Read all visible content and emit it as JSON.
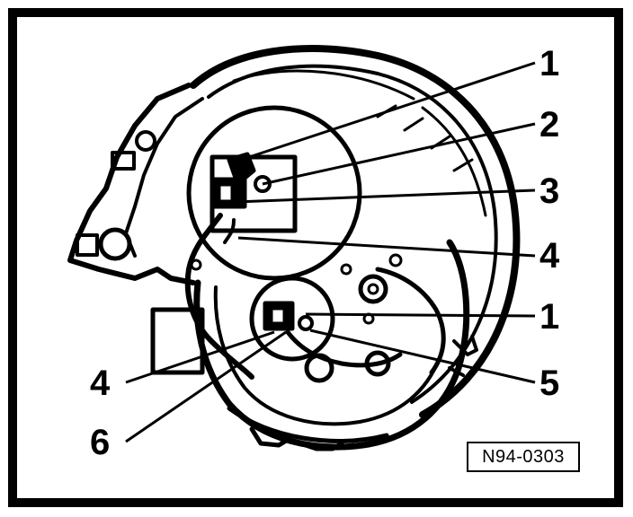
{
  "diagram": {
    "reference_code": "N94-0303",
    "callouts": [
      {
        "label": "1"
      },
      {
        "label": "2"
      },
      {
        "label": "3"
      },
      {
        "label": "4"
      },
      {
        "label": "1"
      },
      {
        "label": "4"
      },
      {
        "label": "5"
      },
      {
        "label": "6"
      }
    ]
  },
  "colors": {
    "ink": "#000000",
    "paper": "#ffffff"
  }
}
